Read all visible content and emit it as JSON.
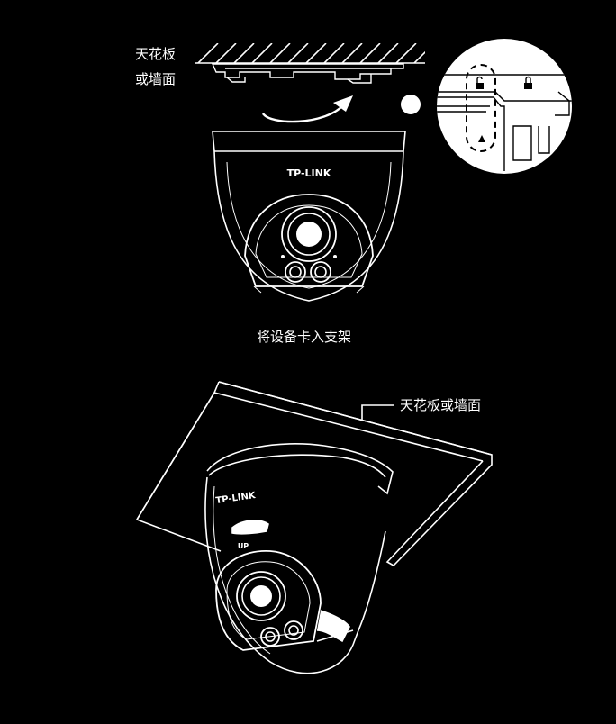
{
  "step1": {
    "label_line1": "天花板",
    "label_line2": "或墙面",
    "caption": "将设备卡入支架",
    "brand": "TP-LINK"
  },
  "step2": {
    "label": "天花板或墙面",
    "brand": "TP-LINK",
    "up_mark": "UP"
  }
}
